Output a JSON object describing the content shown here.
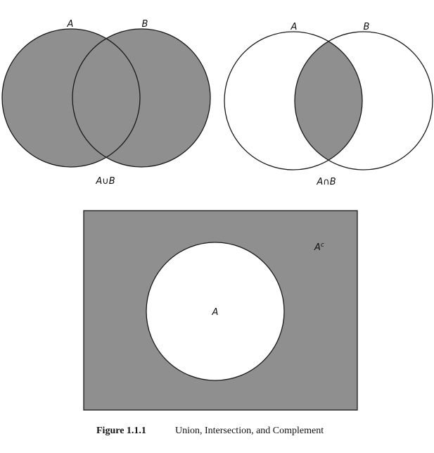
{
  "colors": {
    "shade": "#8f8f8f",
    "outline": "#1a1a1a",
    "background": "#ffffff"
  },
  "union": {
    "label_a": "A",
    "label_b": "B",
    "operator_label": "A∪B"
  },
  "intersection": {
    "label_a": "A",
    "label_b": "B",
    "operator_label": "A∩B"
  },
  "complement": {
    "label_a": "A",
    "complement_base": "A",
    "complement_sup": "c"
  },
  "caption": {
    "figure_number": "Figure 1.1.1",
    "title": "Union, Intersection, and Complement"
  }
}
